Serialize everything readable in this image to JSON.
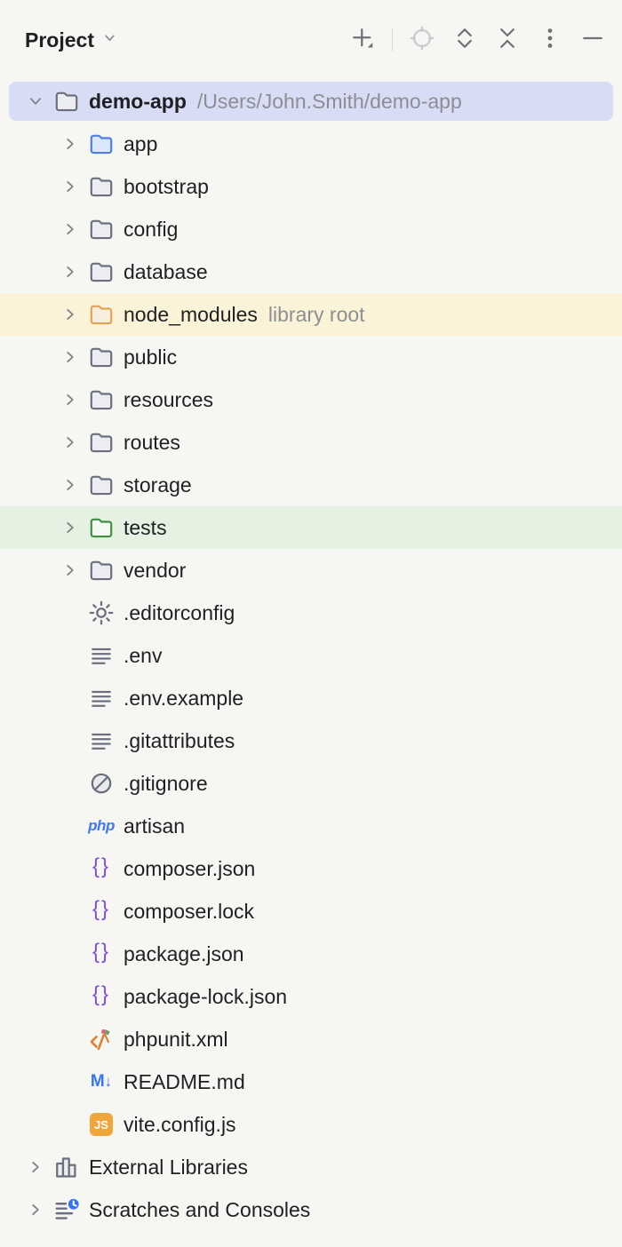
{
  "panel": {
    "title": "Project",
    "title_chevron_icon": "chevron-down-icon",
    "toolbar_buttons": [
      {
        "name": "add",
        "icon": "plus-icon",
        "disabled": false
      },
      {
        "name": "divider",
        "icon": "divider",
        "disabled": false
      },
      {
        "name": "locate-file",
        "icon": "target-icon",
        "disabled": true
      },
      {
        "name": "expand-all",
        "icon": "expand-all-icon",
        "disabled": false
      },
      {
        "name": "collapse-all",
        "icon": "collapse-all-icon",
        "disabled": false
      },
      {
        "name": "more-options",
        "icon": "kebab-icon",
        "disabled": false
      },
      {
        "name": "hide-panel",
        "icon": "minus-icon",
        "disabled": false
      }
    ]
  },
  "colors": {
    "panel_background": "#F6F6F3",
    "selection_row": "#D8DCF5",
    "library_root_row": "#FBF3D8",
    "test_root_row": "#E5F1E1",
    "accent_blue": "#3574F0",
    "json_purple": "#8150D9",
    "php_blue": "#4178F2",
    "js_badge_orange": "#F0A63B",
    "phpunit_orange": "#DF7E34",
    "folder_gray": "#6C707E",
    "folder_blue": "#4D7DE8",
    "folder_orange": "#E2A356",
    "folder_green": "#3F8E43",
    "muted_text": "#8C8E93"
  },
  "tree": {
    "root": {
      "label": "demo-app",
      "path": "/Users/John.Smith/demo-app",
      "icon": "folder-gray",
      "expanded": true,
      "selected": true
    },
    "items": [
      {
        "label": "app",
        "icon": "folder-blue",
        "chevron": true
      },
      {
        "label": "bootstrap",
        "icon": "folder-gray",
        "chevron": true
      },
      {
        "label": "config",
        "icon": "folder-gray",
        "chevron": true
      },
      {
        "label": "database",
        "icon": "folder-gray",
        "chevron": true
      },
      {
        "label": "node_modules",
        "icon": "folder-orange",
        "chevron": true,
        "suffix": "library root",
        "highlight": "library"
      },
      {
        "label": "public",
        "icon": "folder-gray",
        "chevron": true
      },
      {
        "label": "resources",
        "icon": "folder-gray",
        "chevron": true
      },
      {
        "label": "routes",
        "icon": "folder-gray",
        "chevron": true
      },
      {
        "label": "storage",
        "icon": "folder-gray",
        "chevron": true
      },
      {
        "label": "tests",
        "icon": "folder-green",
        "chevron": true,
        "highlight": "test"
      },
      {
        "label": "vendor",
        "icon": "folder-gray",
        "chevron": true
      },
      {
        "label": ".editorconfig",
        "icon": "gear"
      },
      {
        "label": ".env",
        "icon": "text-file"
      },
      {
        "label": ".env.example",
        "icon": "text-file"
      },
      {
        "label": ".gitattributes",
        "icon": "text-file"
      },
      {
        "label": ".gitignore",
        "icon": "ignored-file"
      },
      {
        "label": "artisan",
        "icon": "php"
      },
      {
        "label": "composer.json",
        "icon": "json"
      },
      {
        "label": "composer.lock",
        "icon": "json"
      },
      {
        "label": "package.json",
        "icon": "json"
      },
      {
        "label": "package-lock.json",
        "icon": "json"
      },
      {
        "label": "phpunit.xml",
        "icon": "phpunit"
      },
      {
        "label": "README.md",
        "icon": "markdown"
      },
      {
        "label": "vite.config.js",
        "icon": "js"
      }
    ],
    "special": [
      {
        "label": "External Libraries",
        "icon": "libraries",
        "chevron": true
      },
      {
        "label": "Scratches and Consoles",
        "icon": "scratches",
        "chevron": true
      }
    ]
  }
}
